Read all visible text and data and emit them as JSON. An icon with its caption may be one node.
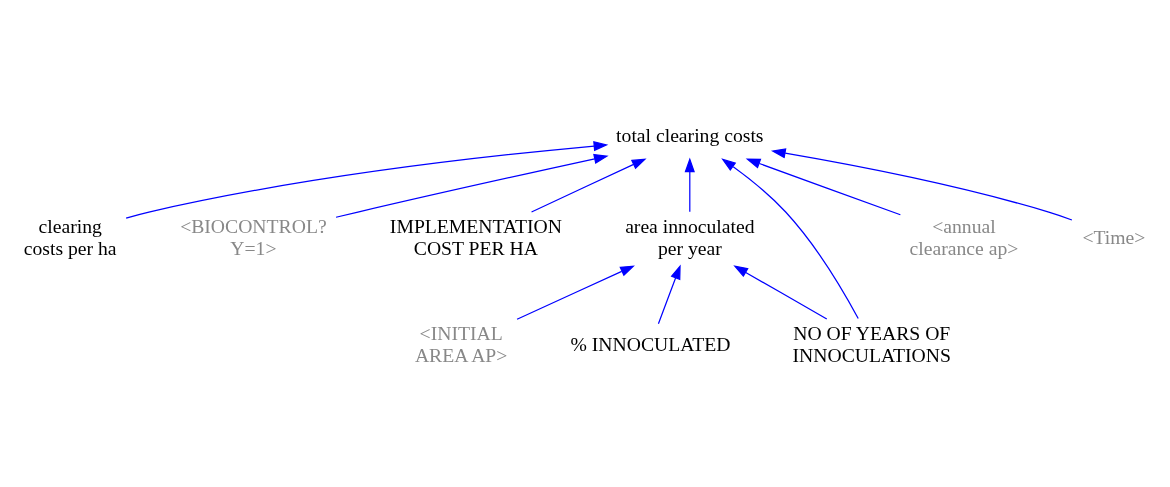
{
  "diagram": {
    "nodes": [
      {
        "text": [
          "clearing costs per ha"
        ]
      },
      {
        "text": [
          "<BIOCONTROL? Y=1>"
        ]
      },
      {
        "text": [
          "IMPLEMENTATION COST PER HA"
        ]
      },
      {
        "text": [
          "<INITIAL AREA AP>"
        ]
      },
      {
        "text": [
          "area innoculated per year"
        ]
      },
      {
        "text": [
          "total clearing costs"
        ]
      },
      {
        "text": [
          "% INNOCULATED"
        ]
      },
      {
        "text": [
          "<annual clearance ap>"
        ]
      },
      {
        "text": [
          "NO OF YEARS OF INNOCULATIONS"
        ]
      },
      {
        "text": [
          "<Time>"
        ]
      }
    ],
    "edges": [
      {
        "from": 0,
        "to": 5,
        "arrow": "to",
        "color": "#0000ff"
      },
      {
        "from": 1,
        "to": 5,
        "arrow": "to",
        "color": "#0000ff"
      },
      {
        "from": 2,
        "to": 5,
        "arrow": "to",
        "color": "#0000ff"
      },
      {
        "from": 3,
        "to": 4,
        "arrow": "to",
        "color": "#0000ff"
      },
      {
        "from": 4,
        "to": 5,
        "arrow": "to",
        "color": "#0000ff"
      },
      {
        "from": 6,
        "to": 4,
        "arrow": "to",
        "color": "#0000ff"
      },
      {
        "from": 7,
        "to": 5,
        "arrow": "to",
        "color": "#0000ff"
      },
      {
        "from": 9,
        "to": 5,
        "arrow": "to",
        "color": "#0000ff"
      },
      {
        "from": 8,
        "to": 5,
        "arrow": "to",
        "color": "#0000ff"
      },
      {
        "from": 8,
        "to": 4,
        "arrow": "to",
        "color": "#0000ff"
      }
    ]
  }
}
